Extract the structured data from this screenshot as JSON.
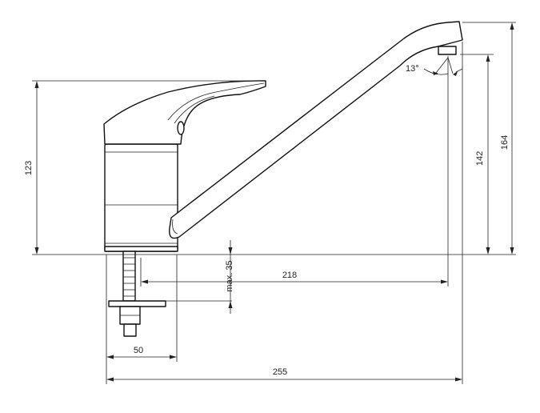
{
  "dimensions": {
    "height_body": "123",
    "angle": "13°",
    "height_outlet": "142",
    "height_total": "164",
    "max_thickness": "max. 35",
    "reach": "218",
    "base_width": "50",
    "total_length": "255"
  }
}
